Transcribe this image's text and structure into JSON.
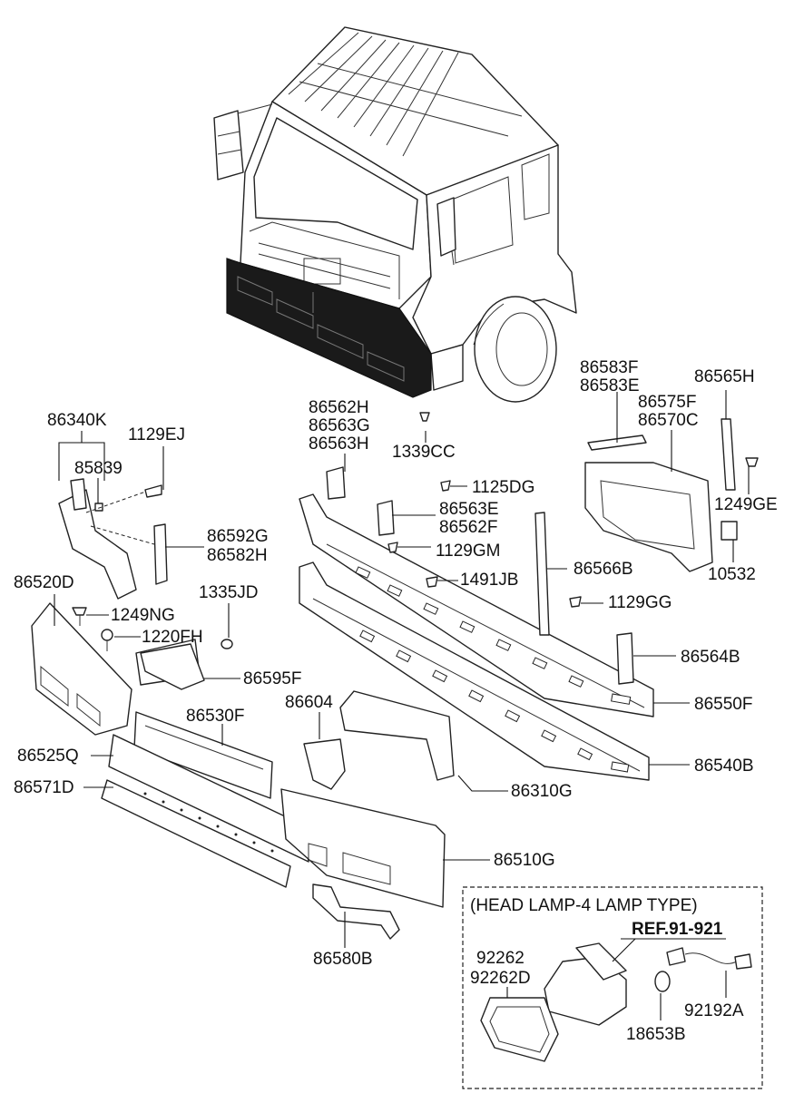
{
  "diagram": {
    "labels": {
      "p86340K": "86340K",
      "p85839": "85839",
      "p1129EJ": "1129EJ",
      "p86592G": "86592G",
      "p86582H": "86582H",
      "p86520D": "86520D",
      "p1335JD": "1335JD",
      "p1249NG": "1249NG",
      "p1220FH": "1220FH",
      "p86595F": "86595F",
      "p86530F": "86530F",
      "p86604": "86604",
      "p86525Q": "86525Q",
      "p86571D": "86571D",
      "p86310G": "86310G",
      "p86510G": "86510G",
      "p86580B": "86580B",
      "p86562H": "86562H",
      "p86563G": "86563G",
      "p86563H": "86563H",
      "p1339CC": "1339CC",
      "p1125DG": "1125DG",
      "p86563E": "86563E",
      "p86562F": "86562F",
      "p1129GM": "1129GM",
      "p1491JB": "1491JB",
      "p86566B": "86566B",
      "p1129GG": "1129GG",
      "p86564B": "86564B",
      "p86550F": "86550F",
      "p86540B": "86540B",
      "p86583F": "86583F",
      "p86583E": "86583E",
      "p86575F": "86575F",
      "p86570C": "86570C",
      "p86565H": "86565H",
      "p1249GE": "1249GE",
      "p10532": "10532",
      "p92262": "92262",
      "p92262D": "92262D",
      "p18653B": "18653B",
      "p92192A": "92192A"
    },
    "inset": {
      "title": "(HEAD LAMP-4 LAMP TYPE)",
      "ref": "REF.91-921"
    }
  }
}
